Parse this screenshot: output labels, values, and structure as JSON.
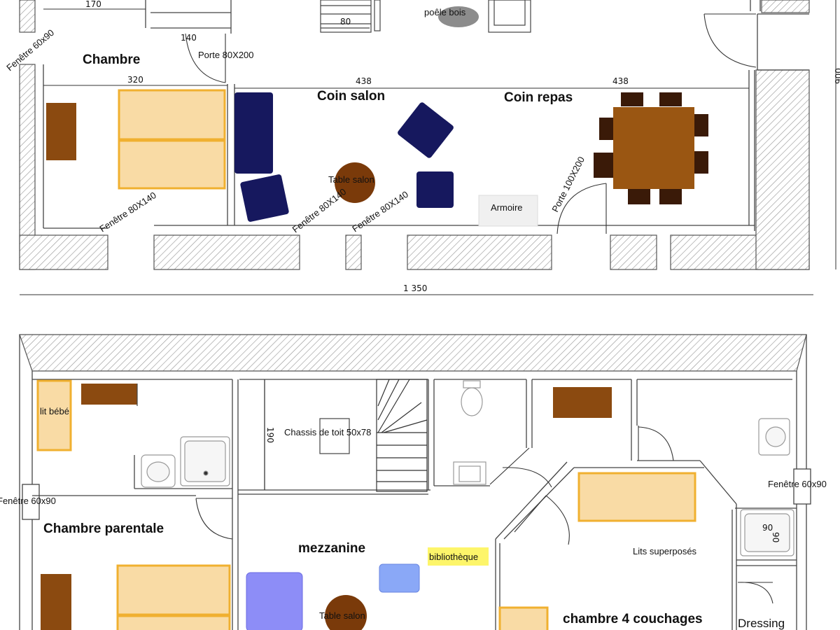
{
  "colors": {
    "wall_hatch": "#9a9a9a",
    "bed_fill": "#f9dba5",
    "bed_border": "#f0b030",
    "wood": "#8b4a10",
    "dark_wood": "#3a1a08",
    "sofa_navy": "#16185e",
    "sofa_purple": "#8d8df7",
    "sofa_blue": "#8aa8f7",
    "table_round": "#7a3a0a",
    "dining_table": "#9a5612",
    "stove": "#8c8c8c",
    "label_highlight": "#fdf56a",
    "armoire_fill": "#f0f0f0"
  },
  "ground_floor": {
    "rooms": {
      "chambre": "Chambre",
      "coin_salon": "Coin salon",
      "coin_repas": "Coin repas"
    },
    "dimensions": {
      "d170": "170",
      "d80": "80",
      "d140": "140",
      "d320": "320",
      "d438_salon": "438",
      "d438_repas": "438",
      "total_width": "1 350",
      "right_height": "900"
    },
    "labels": {
      "fenetre_60x90_tl": "Fenêtre 60x90",
      "porte_80x200": "Porte 80X200",
      "poele_bois": "poêle bois",
      "table_salon": "Table salon",
      "fenetre_80x140_a": "Fenêtre 80X140",
      "fenetre_80x140_b": "Fenêtre 80X140",
      "fenetre_80x140_c": "Fenêtre 80X140",
      "armoire": "Armoire",
      "porte_100x200": "Porte 100X200"
    }
  },
  "upper_floor": {
    "rooms": {
      "chambre_parentale": "Chambre parentale",
      "mezzanine": "mezzanine",
      "chambre_4_couchages": "chambre 4 couchages",
      "dressing": "Dressing"
    },
    "labels": {
      "lit_bebe": "lit bébé",
      "chassis_de_toit": "Chassis de toit 50x78",
      "dim_190": "190",
      "fenetre_60x90_left": "Fenêtre 60x90",
      "fenetre_60x90_right": "Fenêtre 60x90",
      "bibliotheque": "bibliothèque",
      "table_salon": "Table salon",
      "lits_superposes": "Lits superposés",
      "dim_90": "90",
      "dim_90b": "90"
    }
  }
}
